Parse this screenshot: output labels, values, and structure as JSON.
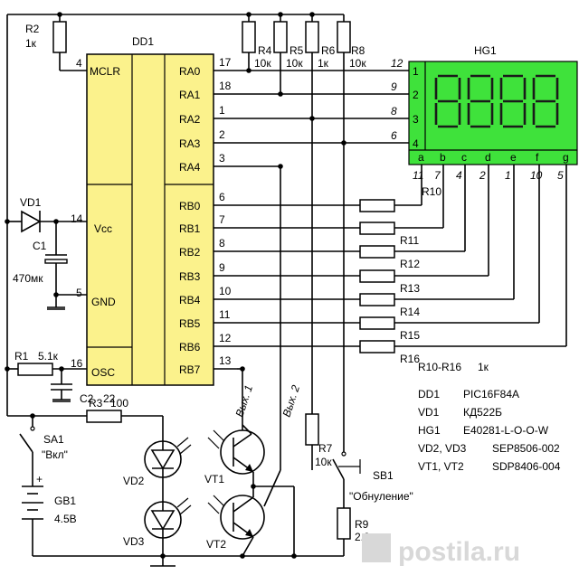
{
  "chip": {
    "designator": "DD1",
    "left_pins": [
      {
        "label": "MCLR",
        "num": "4"
      },
      {
        "label": "Vcc",
        "num": "14"
      },
      {
        "label": "GND",
        "num": "5"
      },
      {
        "label": "OSC",
        "num": "16"
      }
    ],
    "right_pins": [
      {
        "label": "RA0",
        "num": "17"
      },
      {
        "label": "RA1",
        "num": "18"
      },
      {
        "label": "RA2",
        "num": "1"
      },
      {
        "label": "RA3",
        "num": "2"
      },
      {
        "label": "RA4",
        "num": "3"
      },
      {
        "label": "RB0",
        "num": "6"
      },
      {
        "label": "RB1",
        "num": "7"
      },
      {
        "label": "RB2",
        "num": "8"
      },
      {
        "label": "RB3",
        "num": "9"
      },
      {
        "label": "RB4",
        "num": "10"
      },
      {
        "label": "RB5",
        "num": "11"
      },
      {
        "label": "RB6",
        "num": "12"
      },
      {
        "label": "RB7",
        "num": "13"
      }
    ]
  },
  "display": {
    "designator": "HG1",
    "digit_pins": [
      "12",
      "9",
      "8",
      "6"
    ],
    "digit_labels": [
      "1",
      "2",
      "3",
      "4"
    ],
    "segment_labels": [
      "a",
      "b",
      "c",
      "d",
      "e",
      "f",
      "g"
    ],
    "segment_pins": [
      "11",
      "7",
      "4",
      "2",
      "1",
      "10",
      "5"
    ]
  },
  "pullups": [
    {
      "name": "R4",
      "value": "10к"
    },
    {
      "name": "R5",
      "value": "10к"
    },
    {
      "name": "R6",
      "value": "1к"
    },
    {
      "name": "R8",
      "value": "10к"
    }
  ],
  "segment_resistors": [
    "R10",
    "R11",
    "R12",
    "R13",
    "R14",
    "R15",
    "R16"
  ],
  "components": {
    "r2_name": "R2",
    "r2_value": "1к",
    "vd1": "VD1",
    "c1": "C1",
    "c1_value": "470мк",
    "r1": "R1",
    "r1_value": "5.1к",
    "c2": "C2",
    "c2_value": "22",
    "sa1": "SA1",
    "sa1_label": "\"Вкл\"",
    "r3": "R3",
    "r3_value": "100",
    "gb1": "GB1",
    "gb1_value": "4.5В",
    "gb1_plus": "+",
    "vd2": "VD2",
    "vd3": "VD3",
    "vt1": "VT1",
    "vt2": "VT2",
    "out1": "Вых. 1",
    "out2": "Вых. 2",
    "r7": "R7",
    "r7_value": "10к",
    "sb1": "SB1",
    "sb1_label": "\"Обнуление\"",
    "r9": "R9",
    "r9_value": "2.2к"
  },
  "legend": [
    {
      "ref": "R10-R16",
      "part": "1к"
    },
    {
      "ref": "DD1",
      "part": "PIC16F84A"
    },
    {
      "ref": "VD1",
      "part": "КД522Б"
    },
    {
      "ref": "HG1",
      "part": "E40281-L-O-O-W"
    },
    {
      "ref": "VD2, VD3",
      "part": "SEP8506-002"
    },
    {
      "ref": "VT1, VT2",
      "part": "SDP8406-004"
    }
  ],
  "watermark": "postila.ru"
}
